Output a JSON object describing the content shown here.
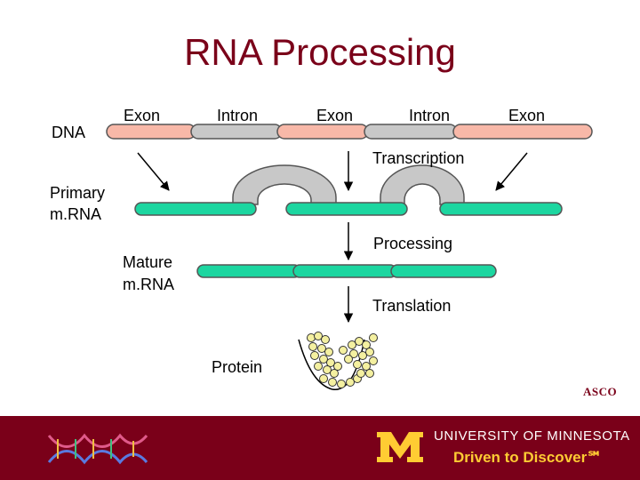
{
  "title": "RNA Processing",
  "labels": {
    "dna": "DNA",
    "primary_line1": "Primary",
    "primary_line2": "m.RNA",
    "mature_line1": "Mature",
    "mature_line2": "m.RNA",
    "protein": "Protein",
    "exon_1": "Exon",
    "intron_1": "Intron",
    "exon_2": "Exon",
    "intron_2": "Intron",
    "exon_3": "Exon"
  },
  "steps": {
    "transcription": "Transcription",
    "processing": "Processing",
    "translation": "Translation"
  },
  "credit": "ASCO",
  "footer": {
    "university": "UNIVERSITY OF MINNESOTA",
    "tagline": "Driven to Discover℠"
  },
  "colors": {
    "title": "#7a0019",
    "exon": "#f8b8a8",
    "intron": "#c8c8c8",
    "mrna": "#1cd6a0",
    "bead": "#f4f0a0",
    "footer_bg": "#7a0019",
    "footer_gold": "#ffcc33"
  }
}
